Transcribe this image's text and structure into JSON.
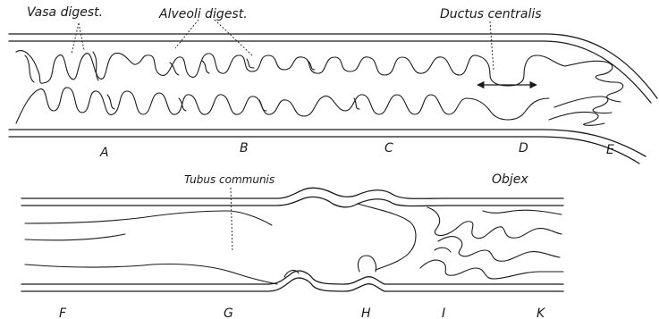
{
  "labels": {
    "vasa_digest": "Vasa digest.",
    "alveoli_digest": "Alveoli digest.",
    "ductus_centralis": "Ductus centralis",
    "tubus_communis": "Tubus communis",
    "objex": "Objex"
  },
  "section_letters": {
    "a": "A",
    "b": "B",
    "c": "C",
    "d": "D",
    "e": "E",
    "f": "F",
    "g": "G",
    "h": "H",
    "i": "I",
    "k": "K"
  }
}
